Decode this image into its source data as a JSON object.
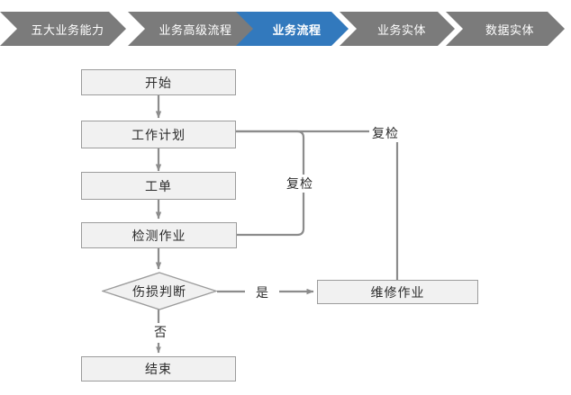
{
  "breadcrumb": {
    "items": [
      {
        "label": "五大业务能力",
        "state": "inactive"
      },
      {
        "label": "业务高级流程",
        "state": "inactive"
      },
      {
        "label": "业务流程",
        "state": "active"
      },
      {
        "label": "业务实体",
        "state": "inactive"
      },
      {
        "label": "数据实体",
        "state": "inactive"
      }
    ],
    "active_color": "#3279bd",
    "inactive_color": "#7b7b7b",
    "text_color": "#ffffff"
  },
  "flowchart": {
    "node_fill": "#f1f1f1",
    "node_border": "#9c9c9c",
    "connector_color": "#8c8c8c",
    "nodes": [
      {
        "id": "start",
        "label": "开始",
        "shape": "rect"
      },
      {
        "id": "plan",
        "label": "工作计划",
        "shape": "rect"
      },
      {
        "id": "workorder",
        "label": "工单",
        "shape": "rect"
      },
      {
        "id": "inspect",
        "label": "检测作业",
        "shape": "rect"
      },
      {
        "id": "judge",
        "label": "伤损判断",
        "shape": "diamond"
      },
      {
        "id": "repair",
        "label": "维修作业",
        "shape": "rect"
      },
      {
        "id": "end",
        "label": "结束",
        "shape": "rect"
      }
    ],
    "edge_labels": {
      "recheck_inner": "复检",
      "recheck_outer": "复检",
      "yes": "是",
      "no": "否"
    }
  }
}
